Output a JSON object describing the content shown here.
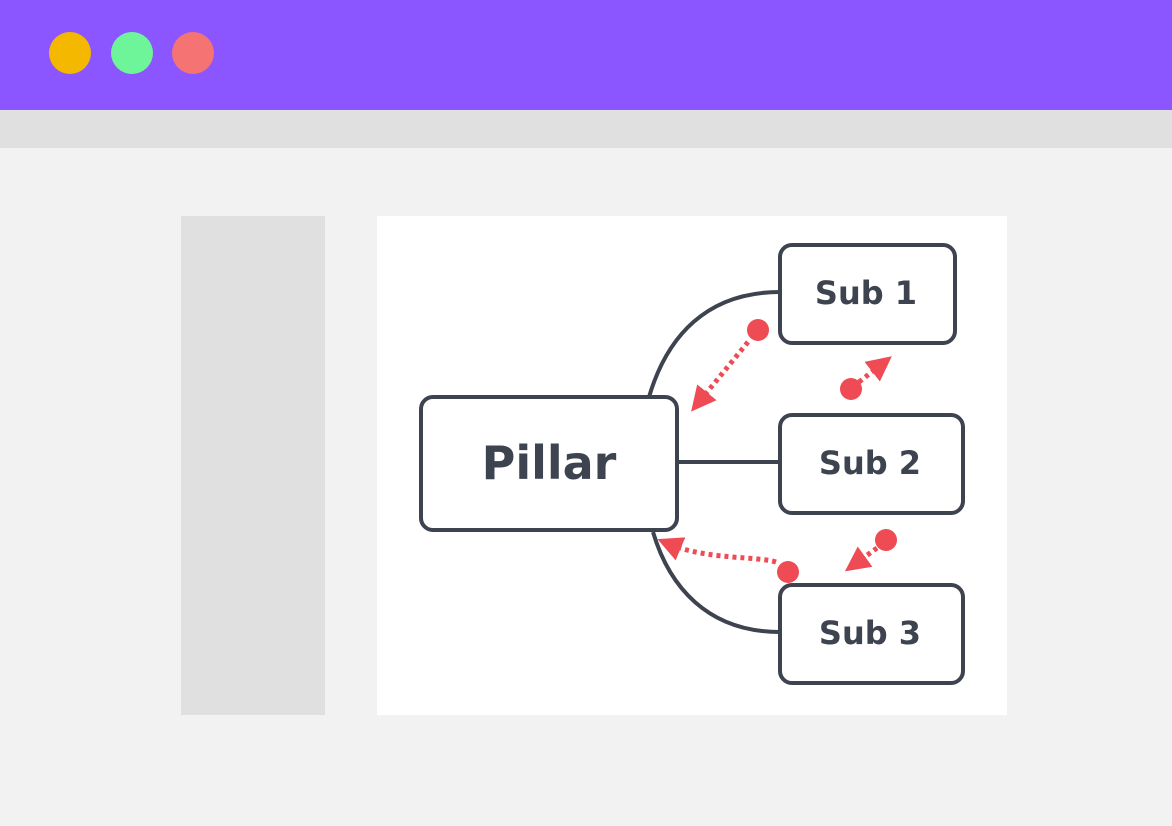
{
  "window": {
    "controls": [
      {
        "name": "minimize-button",
        "color": "#f5b800"
      },
      {
        "name": "maximize-button",
        "color": "#6ef59a"
      },
      {
        "name": "close-button",
        "color": "#f57373"
      }
    ],
    "titlebar_color": "#8b55ff"
  },
  "diagram": {
    "pillar_label": "Pillar",
    "sub_labels": [
      "Sub 1",
      "Sub 2",
      "Sub 3"
    ],
    "stroke_color": "#3d434f",
    "link_color": "#ee4b55"
  }
}
